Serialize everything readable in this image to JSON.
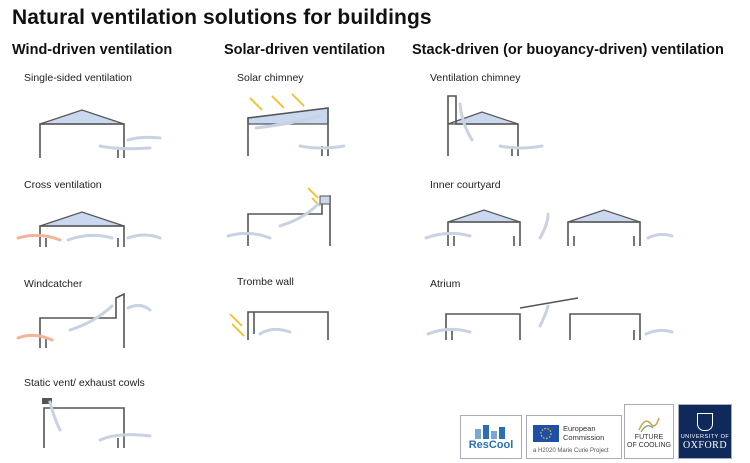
{
  "title": "Natural ventilation solutions for buildings",
  "columns": {
    "wind": "Wind-driven ventilation",
    "solar": "Solar-driven ventilation",
    "stack": "Stack-driven (or buoyancy-driven) ventilation"
  },
  "labels": {
    "single_sided": "Single-sided ventilation",
    "cross": "Cross ventilation",
    "windcatcher": "Windcatcher",
    "static_vent": "Static vent/ exhaust cowls",
    "solar_chimney": "Solar chimney",
    "trombe": "Trombe wall",
    "vent_chimney": "Ventilation chimney",
    "courtyard": "Inner courtyard",
    "atrium": "Atrium"
  },
  "logos": {
    "rescool": "ResCool",
    "eu_line1": "European",
    "eu_line2": "Commission",
    "eu_sub": "a H2020 Marie Curie Project",
    "foc_line1": "FUTURE",
    "foc_line2": "OF COOLING",
    "ox_small": "UNIVERSITY OF",
    "ox_big": "OXFORD"
  },
  "colors": {
    "roof_fill": "#c9d8ee",
    "cool_air": "#c9d2e2",
    "warm_air": "#f2b49a",
    "sun": "#f0c020",
    "oxford_blue": "#0f2a5a",
    "rescool_blue": "#2a6fb5"
  }
}
